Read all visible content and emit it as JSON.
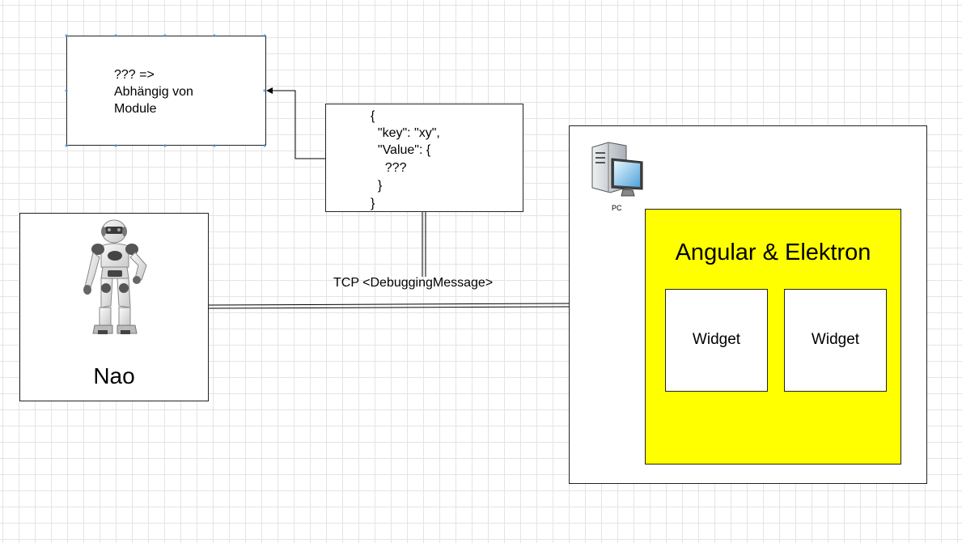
{
  "module_box": {
    "lines": [
      "??? =>",
      "Abhängig von",
      "Module"
    ]
  },
  "json_box": {
    "lines": [
      "{",
      "  \"key\": \"xy\",",
      "  \"Value\": {",
      "    ???",
      "  }",
      "}"
    ]
  },
  "nao_box": {
    "label": "Nao",
    "icon": "robot-icon"
  },
  "connection": {
    "label": "TCP <DebuggingMessage>"
  },
  "pc_box": {
    "icon_label": "PC",
    "icon": "computer-icon",
    "app": {
      "title": "Angular & Elektron",
      "fill": "#ffff00",
      "widgets": [
        "Widget",
        "Widget"
      ]
    }
  }
}
